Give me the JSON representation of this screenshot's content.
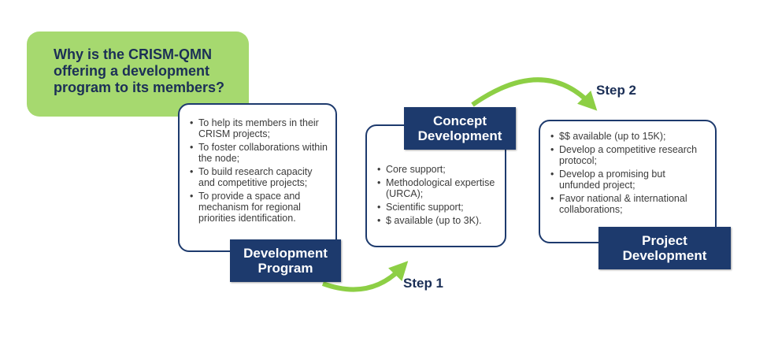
{
  "question": {
    "lines": [
      "Why is the CRISM-QMN",
      "offering a development",
      "program to its members?"
    ]
  },
  "development_program": {
    "title_lines": [
      "Development",
      "Program"
    ],
    "bullets": [
      "To help its members in their CRISM projects;",
      "To foster collaborations within the node;",
      "To build research capacity and competitive projects;",
      "To provide a space and mechanism for regional priorities identification."
    ]
  },
  "concept_development": {
    "title_lines": [
      "Concept",
      "Development"
    ],
    "bullets": [
      "Core support;",
      "Methodological expertise (URCA);",
      "Scientific support;",
      "$ available (up to 3K)."
    ]
  },
  "project_development": {
    "title_lines": [
      "Project",
      "Development"
    ],
    "bullets": [
      "$$ available (up to 15K);",
      "Develop a competitive research protocol;",
      "Develop a promising but unfunded project;",
      "Favor national & international collaborations;"
    ]
  },
  "steps": {
    "step1": "Step 1",
    "step2": "Step 2"
  },
  "colors": {
    "green": "#a6d96f",
    "arrow_green": "#8dcf45",
    "navy": "#1d3a6d"
  }
}
